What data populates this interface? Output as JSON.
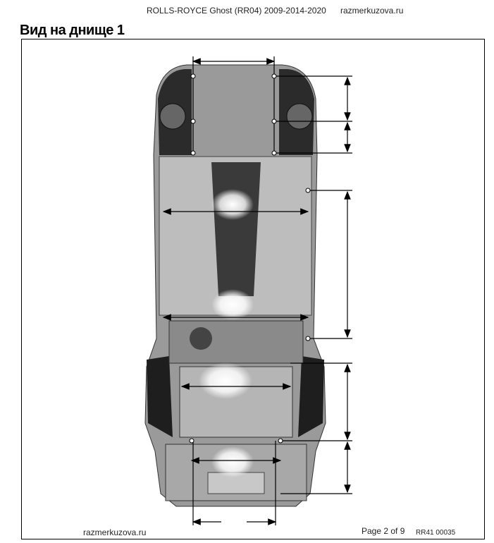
{
  "header": {
    "doc_title": "ROLLS-ROYCE Ghost (RR04) 2009-2014-2020",
    "site": "razmerkuzova.ru"
  },
  "page_title": "Вид на днище 1",
  "footer": {
    "site": "razmerkuzova.ru",
    "page": "Page 2 of 9",
    "code": "RR41 00035"
  }
}
